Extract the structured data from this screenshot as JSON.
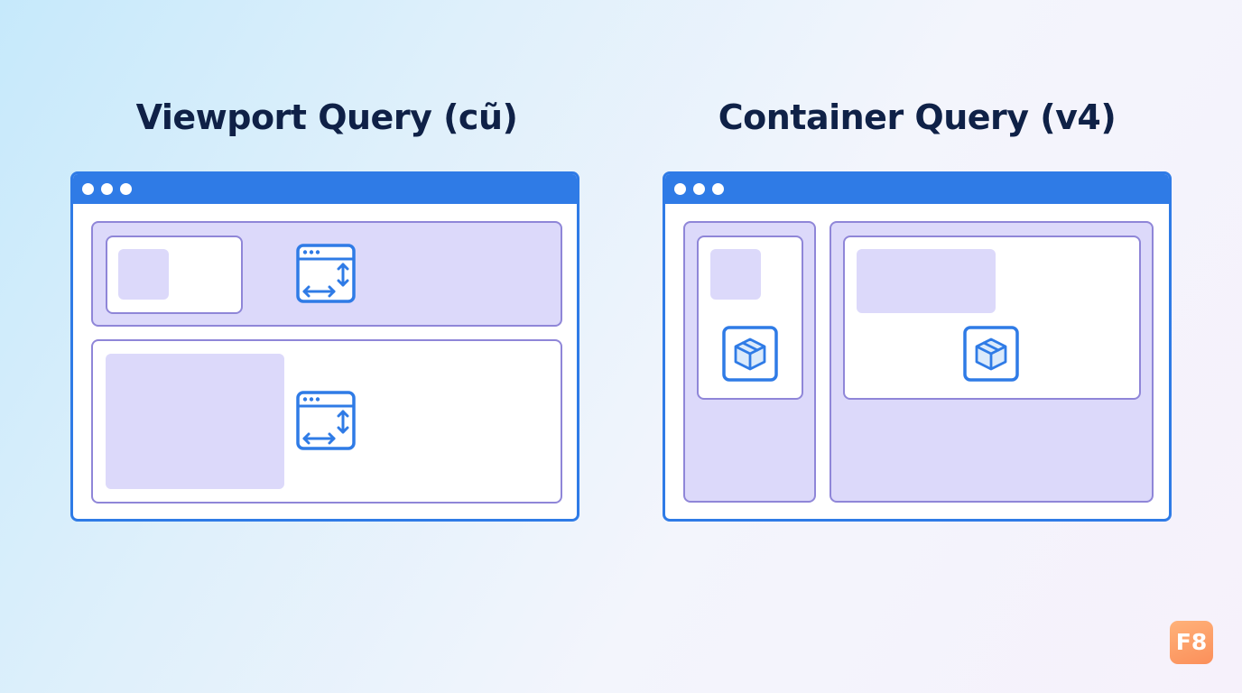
{
  "left": {
    "title": "Viewport Query (cũ)"
  },
  "right": {
    "title": "Container Query (v4)"
  },
  "brand": {
    "badge": "F8"
  },
  "colors": {
    "accent_blue": "#2f7be6",
    "panel_purple": "#dcd9fa",
    "border_purple": "#8f86d8",
    "title_navy": "#0f2147",
    "badge_orange": "#fb8f5a"
  },
  "icons": {
    "viewport": "browser-window-resize-icon",
    "container": "package-box-icon"
  }
}
